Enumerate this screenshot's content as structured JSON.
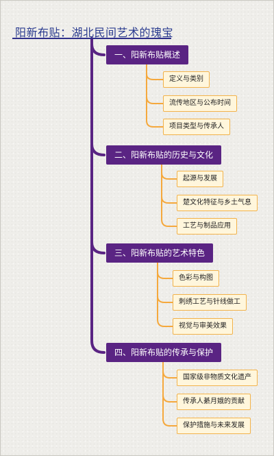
{
  "title": "阳新布贴：湖北民间艺术的瑰宝",
  "colors": {
    "trunk": "#5a2483",
    "branch": "#f5a83c",
    "title": "#2a3b8f"
  },
  "sections": [
    {
      "label": "一、阳新布贴概述",
      "items": [
        "定义与类别",
        "流传地区与公布时间",
        "项目类型与传承人"
      ]
    },
    {
      "label": "二、阳新布贴的历史与文化",
      "items": [
        "起源与发展",
        "楚文化特征与乡土气息",
        "工艺与制品应用"
      ]
    },
    {
      "label": "三、阳新布贴的艺术特色",
      "items": [
        "色彩与构图",
        "刺绣工艺与针线做工",
        "视觉与审美效果"
      ]
    },
    {
      "label": "四、阳新布贴的传承与保护",
      "items": [
        "国家级非物质文化遗产",
        "传承人綦月娥的贡献",
        "保护措施与未来发展"
      ]
    }
  ]
}
